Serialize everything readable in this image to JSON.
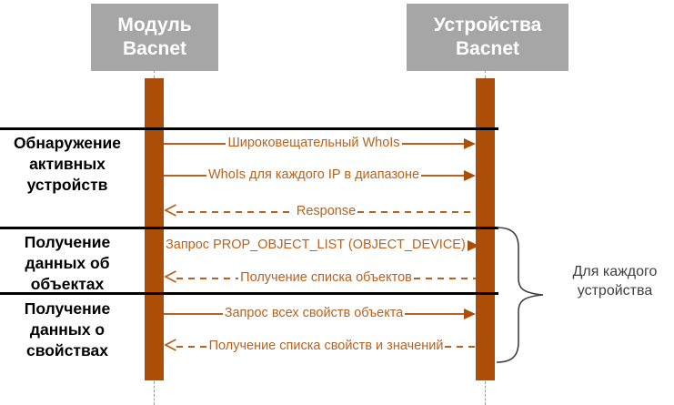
{
  "actors": [
    {
      "name": "Модуль Bacnet"
    },
    {
      "name": "Устройства Bacnet"
    }
  ],
  "sections": [
    {
      "label": "Обнаружение активных устройств"
    },
    {
      "label": "Получение данных об объектах"
    },
    {
      "label": "Получение данных о свойствах"
    }
  ],
  "messages": [
    {
      "text": "Широковещательный WhoIs",
      "type": "solid",
      "direction": "right"
    },
    {
      "text": "WhoIs для каждого IP в диапазоне",
      "type": "solid",
      "direction": "right"
    },
    {
      "text": "Response",
      "type": "dashed",
      "direction": "left"
    },
    {
      "text": "Запрос PROP_OBJECT_LIST (OBJECT_DEVICE)",
      "type": "solid",
      "direction": "right"
    },
    {
      "text": "Получение списка объектов",
      "type": "dashed",
      "direction": "left"
    },
    {
      "text": "Запрос всех свойств объекта",
      "type": "solid",
      "direction": "right"
    },
    {
      "text": "Получение списка свойств и значений",
      "type": "dashed",
      "direction": "left"
    }
  ],
  "annotation": {
    "brace_label": "Для каждого устройства"
  },
  "icons": {
    "solid_arrowhead": "filled-triangle-right",
    "open_arrowhead": "chevron-left",
    "brace": "curly-brace-right"
  },
  "colors": {
    "actor_box": "#A6A6A6",
    "lifeline_bar": "#AC4E08",
    "arrow": "#B5631F",
    "section_divider": "#000000",
    "brace": "#404040",
    "annotation_text": "#3F3F3F"
  }
}
